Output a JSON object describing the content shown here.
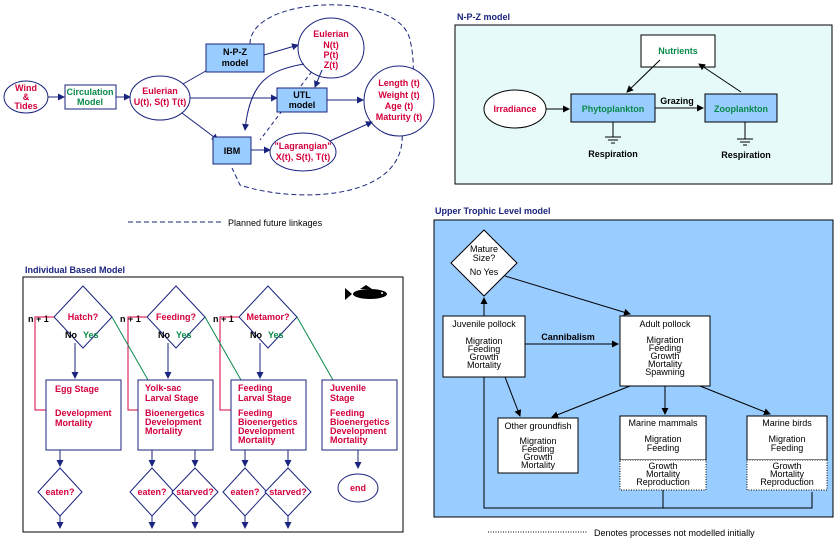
{
  "top": {
    "wind": [
      "Wind",
      "&",
      "Tides"
    ],
    "circulation": [
      "Circulation",
      "Model"
    ],
    "eulerian_phys": [
      "Eulerian",
      "U(t), S(t) T(t)"
    ],
    "npz_box": [
      "N-P-Z",
      "model"
    ],
    "eulerian_bio": [
      "Eulerian",
      "N(t)",
      "P(t)",
      "Z(t)"
    ],
    "utl_box": [
      "UTL",
      "model"
    ],
    "length": [
      "Length (t)",
      "Weight (t)",
      "Age (t)",
      "Maturity (t)"
    ],
    "ibm_box": "IBM",
    "lagrangian": [
      "\"Lagrangian\"",
      "X(t), S(t), T(t)"
    ],
    "planned": "Planned future linkages"
  },
  "npz_model": {
    "title": "N-P-Z model",
    "nutrients": "Nutrients",
    "irradiance": "Irradiance",
    "phytoplankton": "Phytoplankton",
    "zooplankton": "Zooplankton",
    "grazing": "Grazing",
    "respiration1": "Respiration",
    "respiration2": "Respiration"
  },
  "ibm_model": {
    "title": "Individual Based Model",
    "n1": "n + 1",
    "no": "No",
    "yes": "Yes",
    "hatch": "Hatch?",
    "feeding_q": "Feeding?",
    "metamor": "Metamor?",
    "egg": [
      "Egg Stage",
      "",
      "Development",
      "Mortality"
    ],
    "yolk": [
      "Yolk-sac",
      "Larval Stage",
      "",
      "Bioenergetics",
      "Development",
      "Mortality"
    ],
    "feeding": [
      "Feeding",
      "Larval Stage",
      "",
      "Feeding",
      "Bioenergetics",
      "Development",
      "Mortality"
    ],
    "juvenile": [
      "Juvenile",
      "Stage",
      "",
      "Feeding",
      "Bioenergetics",
      "Development",
      "Mortality"
    ],
    "eaten": "eaten?",
    "starved": "starved?",
    "end": "end"
  },
  "utl_model": {
    "title": "Upper Trophic Level model",
    "mature": [
      "Mature",
      "Size?"
    ],
    "no_yes": "No  Yes",
    "juvenile_pollock": [
      "Juvenile pollock",
      "",
      "Migration",
      "Feeding",
      "Growth",
      "Mortality"
    ],
    "cannibalism": "Cannibalism",
    "adult_pollock": [
      "Adult pollock",
      "",
      "Migration",
      "Feeding",
      "Growth",
      "Mortality",
      "Spawning"
    ],
    "other_groundfish": [
      "Other groundfish",
      "",
      "Migration",
      "Feeding",
      "Growth",
      "Mortality"
    ],
    "mammals_top": [
      "Marine mammals",
      "",
      "Migration",
      "Feeding"
    ],
    "mammals_bottom": [
      "Growth",
      "Mortality",
      "Reproduction"
    ],
    "birds_top": [
      "Marine birds",
      "",
      "Migration",
      "Feeding"
    ],
    "birds_bottom": [
      "Growth",
      "Mortality",
      "Reproduction"
    ],
    "denotes": "Denotes processes not modelled initially"
  },
  "colors": {
    "npz_bg": "#e6fafa",
    "utl_bg": "#99ccff",
    "npz_blue": "#99ccff",
    "accent_red": "#d4003c",
    "accent_green": "#0a8a4a",
    "stroke_navy": "#1a237e"
  }
}
